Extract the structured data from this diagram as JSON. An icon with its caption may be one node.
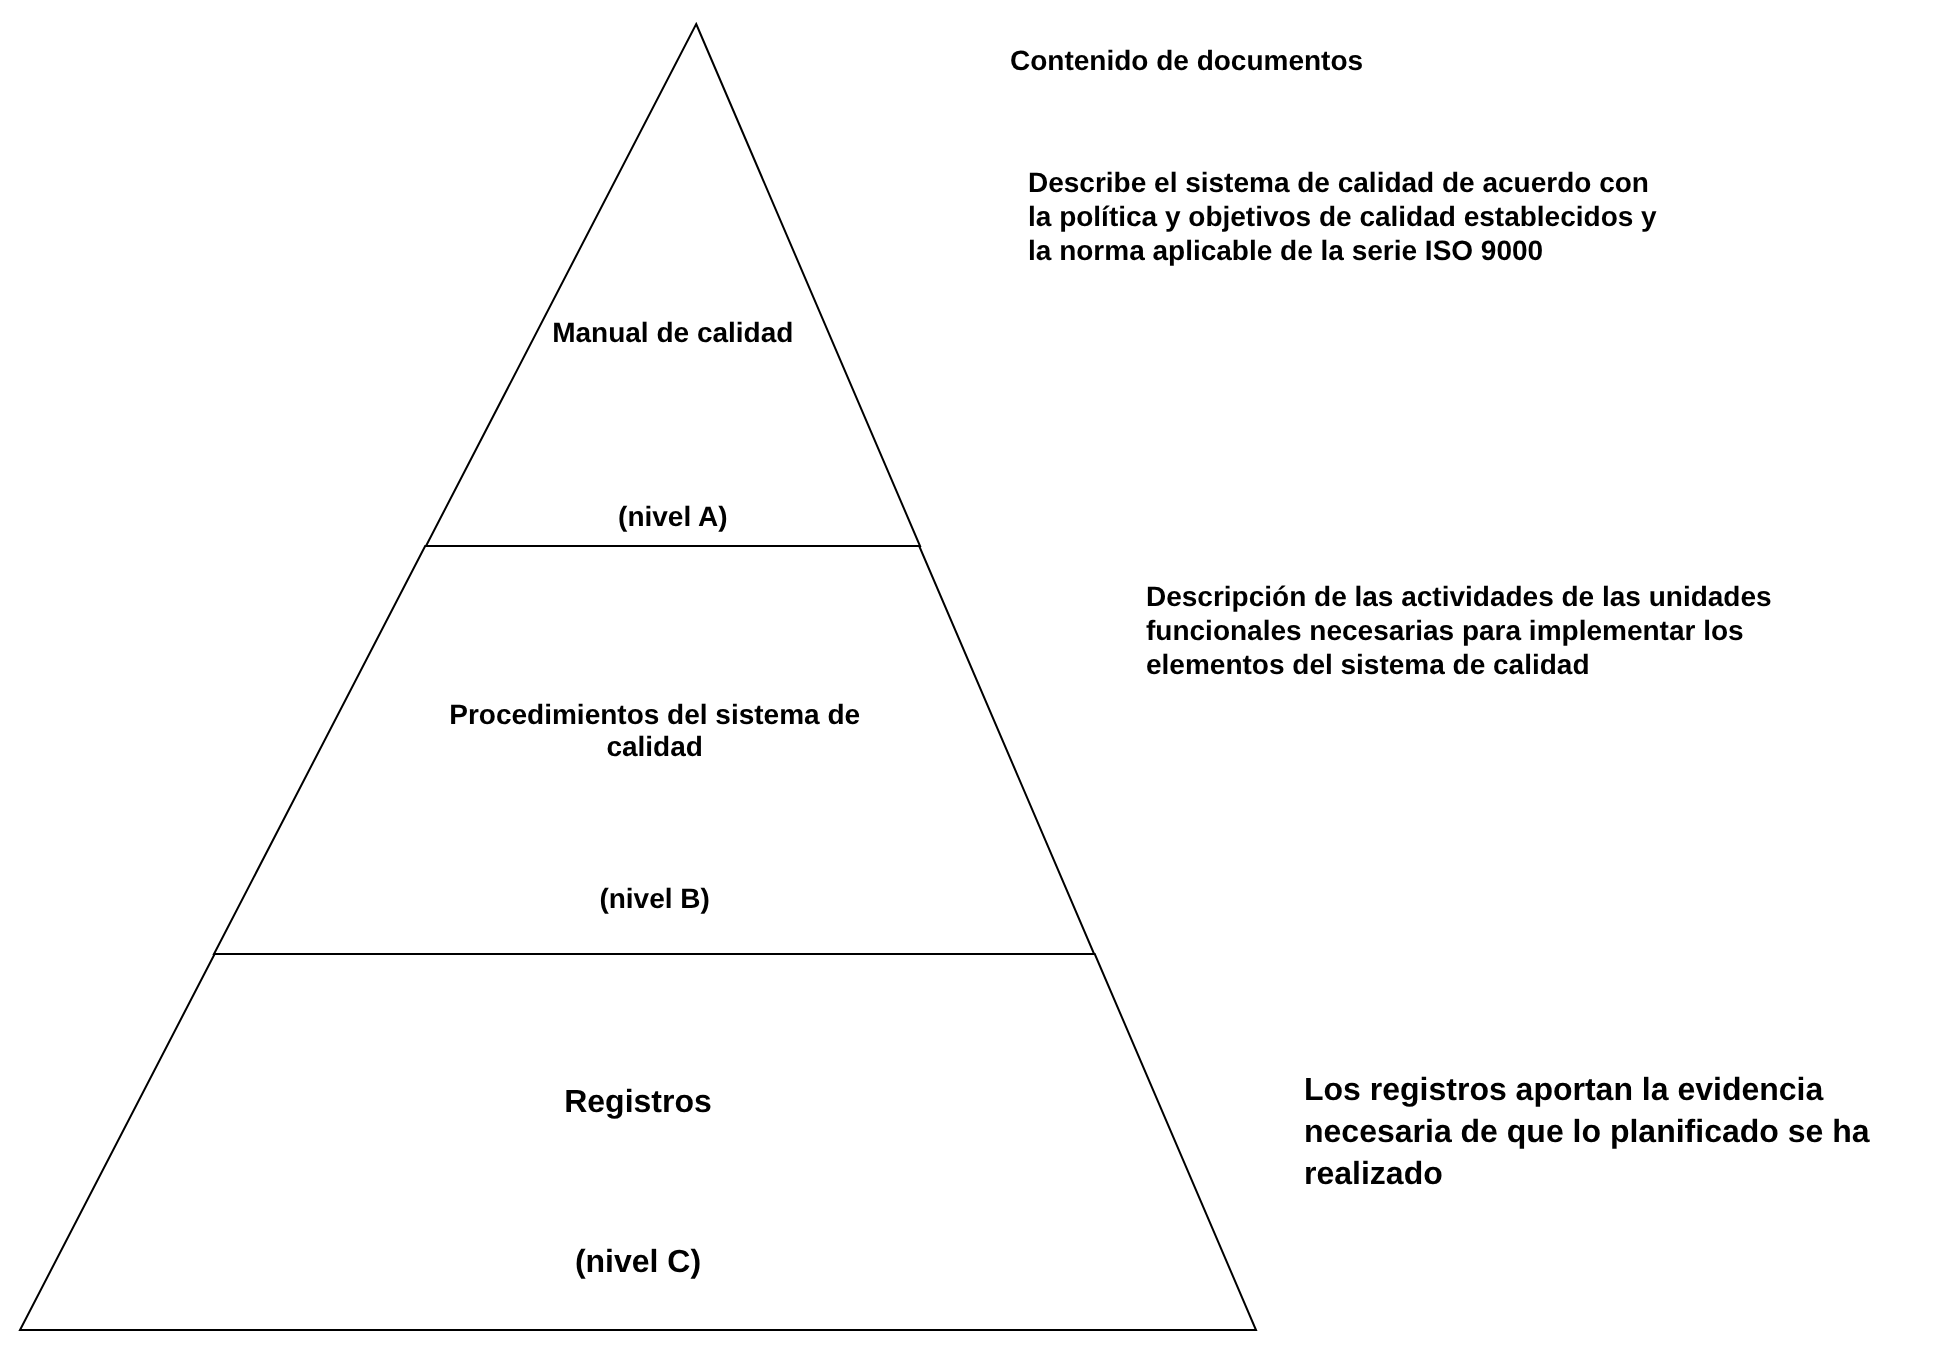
{
  "diagram": {
    "nodes": [
      {
        "text": [
          "Manual de calidad",
          "(nivel A)"
        ],
        "beside": [
          "Describe el sistema de calidad de acuerdo con la política y objetivos de calidad establecidos y la norma aplicable de la serie ISO 9000"
        ]
      },
      {
        "text": [
          "Procedimientos del sistema de calidad",
          "(nivel B)"
        ],
        "beside": [
          "Descripción de las actividades de las unidades funcionales necesarias para implementar los elementos del sistema de calidad"
        ]
      },
      {
        "text": [
          "Registros",
          "(nivel C)"
        ],
        "beside": [
          "Los registros aportan la evidencia necesaria de que lo planificado se ha realizado"
        ]
      }
    ],
    "labels": [
      "Contenido de documentos"
    ]
  }
}
